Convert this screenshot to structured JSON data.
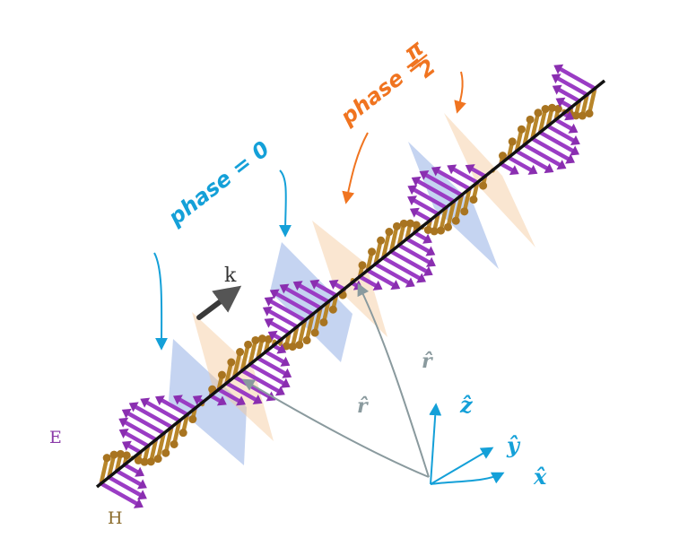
{
  "labels": {
    "e_field": "E",
    "h_field": "H",
    "k_vector": "k",
    "phase_zero": "phase = 0",
    "phase_pi_over_two_prefix": "phase =",
    "phase_pi_over_two_numerator": "π",
    "phase_pi_over_two_denominator": "2",
    "axis_z": "ẑ",
    "axis_y": "ŷ",
    "axis_x": "x̂",
    "r_hat": "r̂",
    "r_hat_second": "r̂"
  },
  "colors": {
    "e_arrow": "#9a3cc4",
    "h_arrow": "#b8862a",
    "phase_zero_plane": "#7e9fe0",
    "phase_pi_plane": "#f4c79a",
    "phase_zero_text": "#14a0d8",
    "phase_pi_text": "#f07420",
    "axes": "#14a0d8",
    "r_vectors": "#8a9a9e"
  }
}
